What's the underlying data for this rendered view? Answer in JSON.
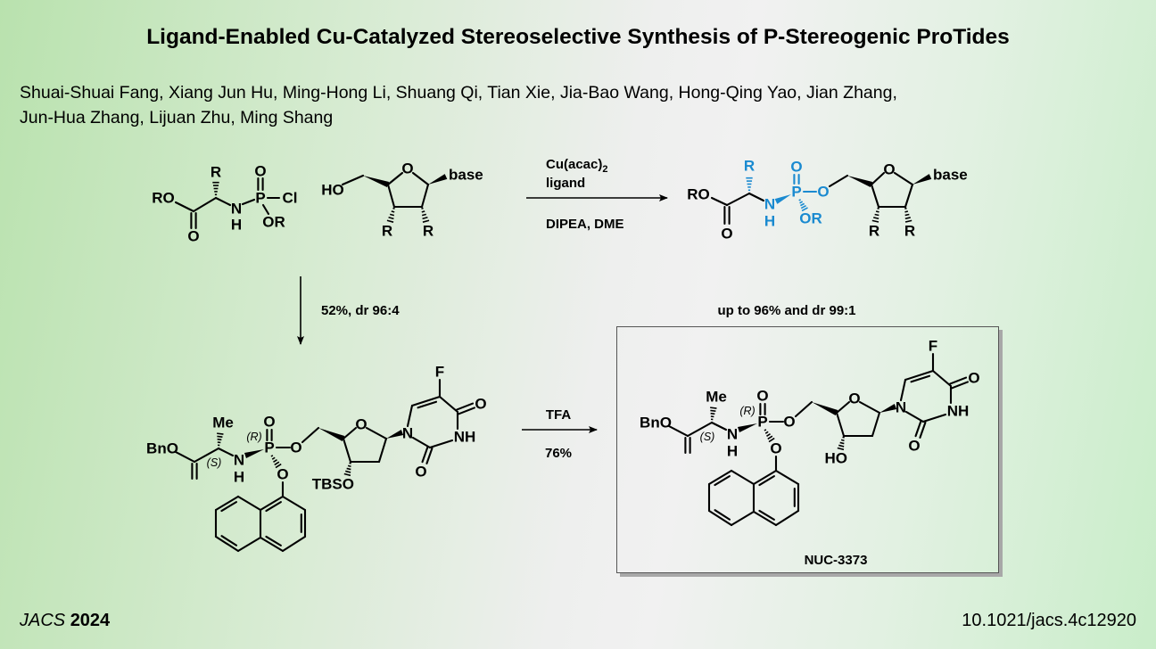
{
  "title": "Ligand-Enabled Cu-Catalyzed Stereoselective Synthesis of P-Stereogenic ProTides",
  "authors": [
    "Shuai-Shuai Fang, Xiang Jun Hu, Ming-Hong Li, Shuang Qi, Tian Xie, Jia-Bao Wang, Hong-Qing Yao, Jian Zhang,",
    "Jun-Hua Zhang, Lijuan Zhu, Ming Shang"
  ],
  "reaction": {
    "reagent1": "Cu(acac)",
    "reagent1_sub": "2",
    "reagent2": "ligand",
    "conditions": "DIPEA, DME",
    "result": "up to 96% and dr 99:1"
  },
  "step2": {
    "result": "52%, dr 96:4"
  },
  "deprotection": {
    "reagent": "TFA",
    "yield": "76%"
  },
  "product_name": "NUC-3373",
  "footer": {
    "journal": "JACS",
    "year": "2024",
    "doi": "10.1021/jacs.4c12920"
  },
  "colors": {
    "highlight": "#1a8ad0",
    "bond": "#000000"
  },
  "molecules": {
    "chlorophosphoramidate": [
      "RO",
      "R",
      "O",
      "P",
      "Cl",
      "N",
      "H",
      "OR",
      "O"
    ],
    "nucleoside": [
      "HO",
      "O",
      "R",
      "R",
      "base"
    ],
    "product_general": [
      "RO",
      "R",
      "O",
      "P",
      "O",
      "N",
      "H",
      "OR",
      "O",
      "O",
      "R",
      "R",
      "base"
    ],
    "intermediate": [
      "BnO",
      "Me",
      "(S)",
      "N",
      "H",
      "(R)",
      "P",
      "O",
      "O",
      "O",
      "TBSO",
      "N",
      "F",
      "O",
      "NH",
      "O",
      "O"
    ],
    "nuc3373": [
      "BnO",
      "Me",
      "(S)",
      "N",
      "H",
      "(R)",
      "P",
      "O",
      "O",
      "O",
      "HO",
      "N",
      "F",
      "O",
      "NH",
      "O",
      "O"
    ]
  }
}
